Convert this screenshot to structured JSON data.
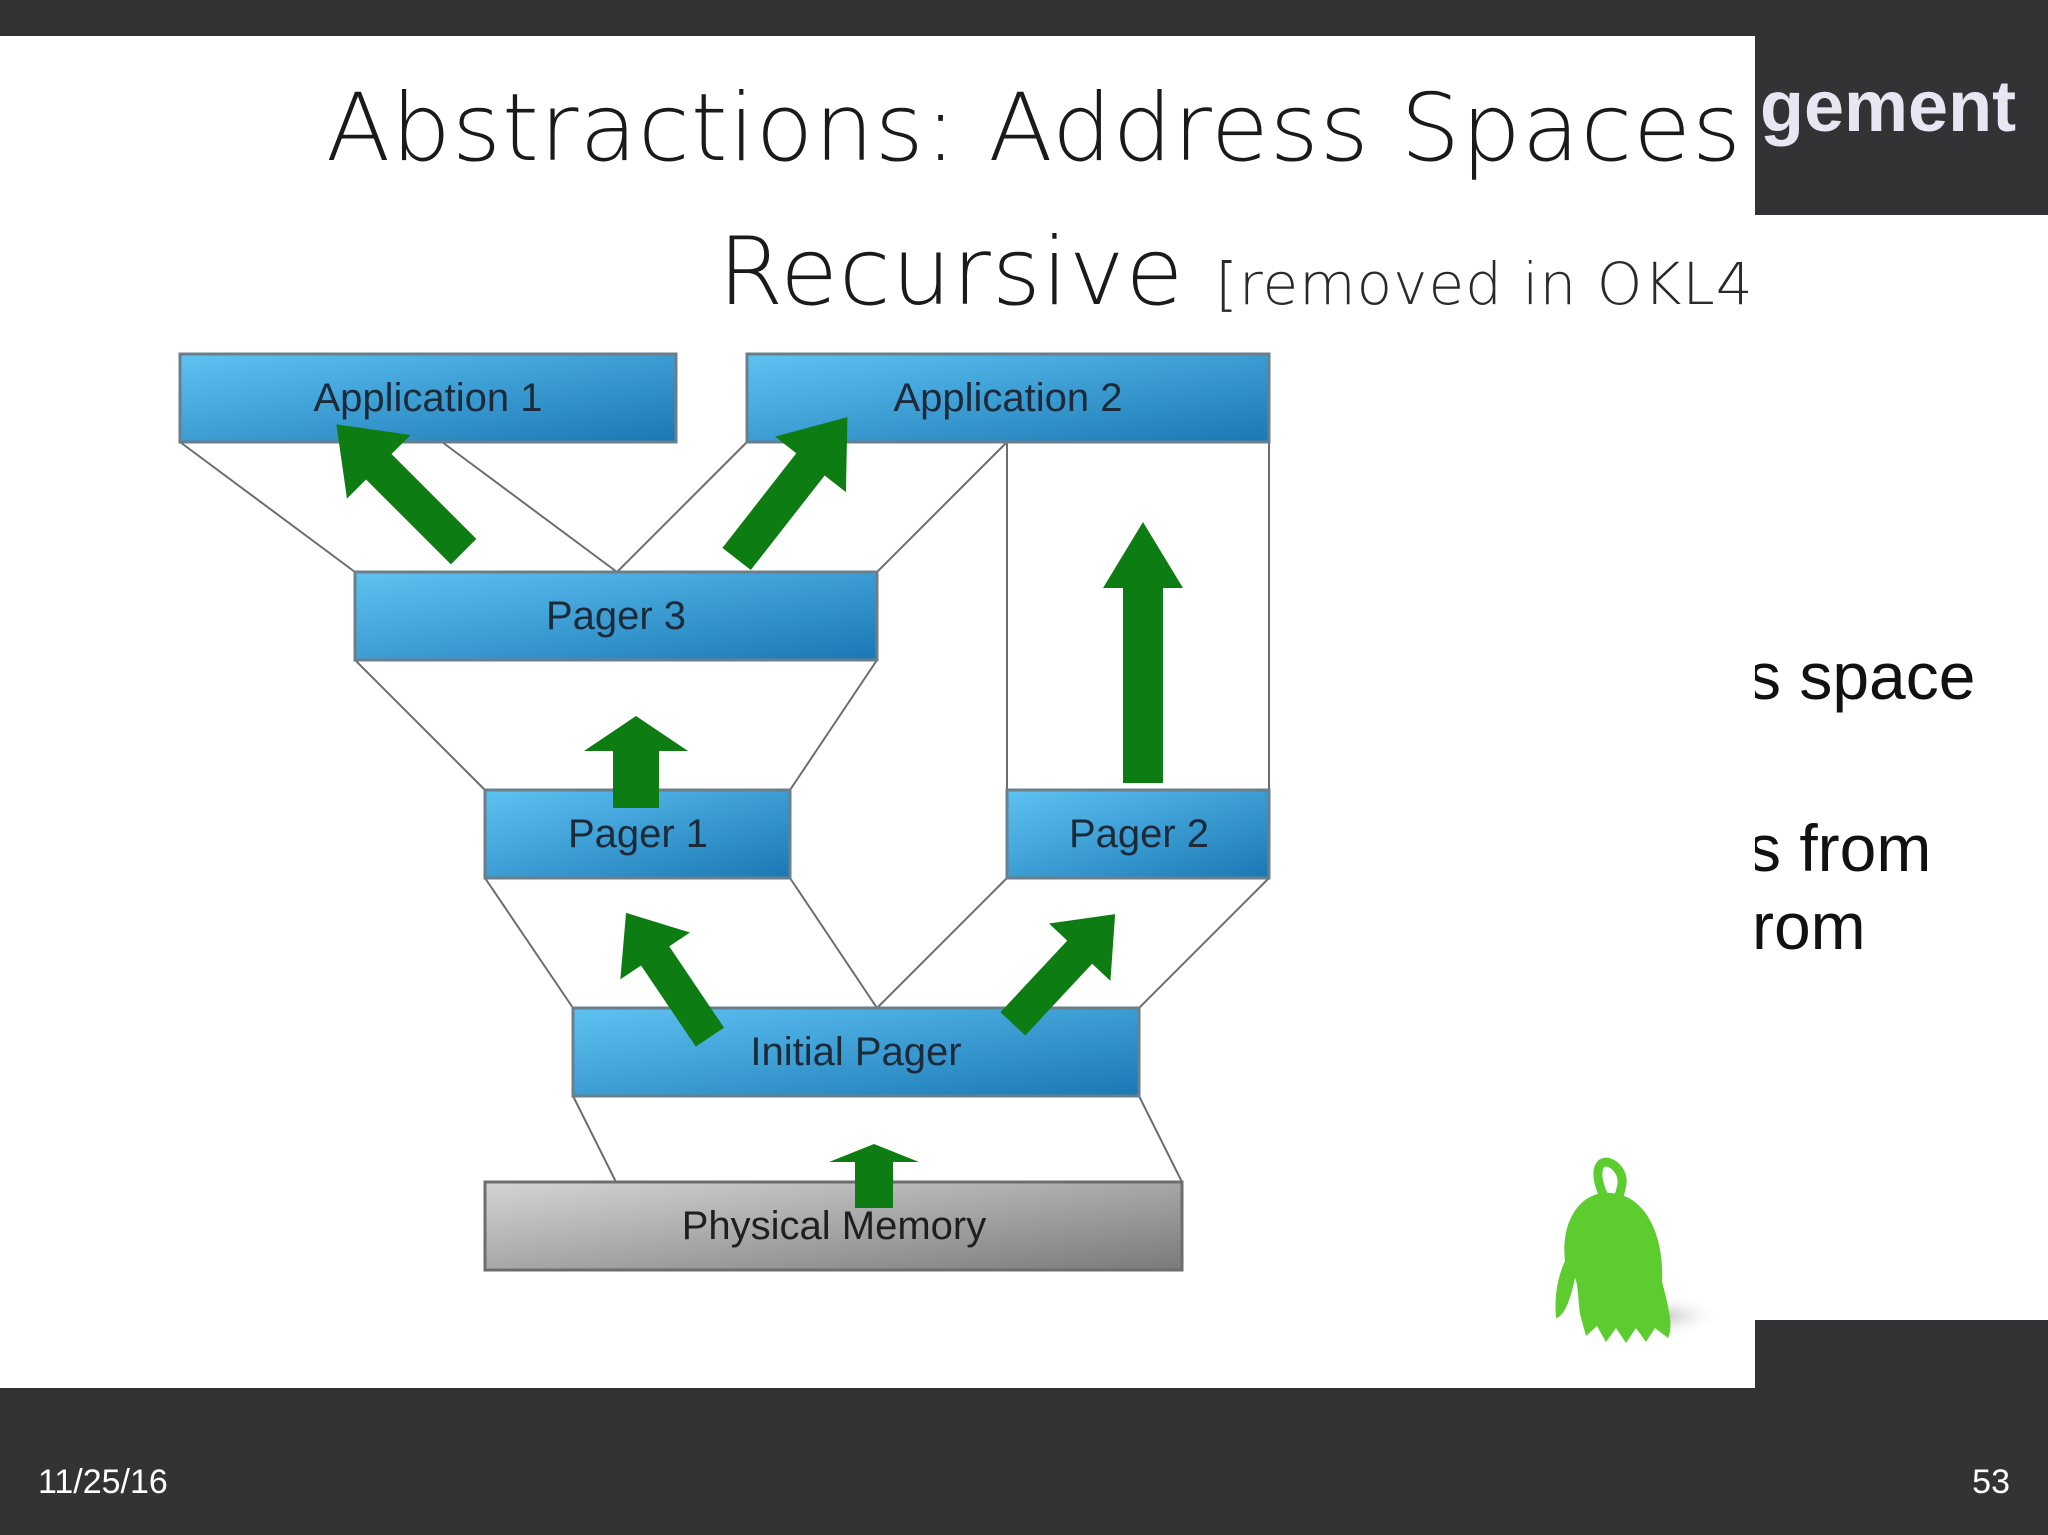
{
  "slide_bg": {
    "header_fragment": "gement",
    "body_fragments": [
      "s space",
      "s from",
      "rom"
    ],
    "date": "11/25/16",
    "page_number": "53"
  },
  "overlay": {
    "title_line1": "Abstractions: Address Spaces -",
    "title_line2_main": "Recursive",
    "title_line2_note": "[removed in OKL4]",
    "boxes": {
      "app1": "Application 1",
      "app2": "Application 2",
      "pager3": "Pager 3",
      "pager1": "Pager 1",
      "pager2": "Pager 2",
      "initial": "Initial Pager",
      "physical": "Physical Memory"
    }
  },
  "colors": {
    "box_blue_light": "#5ec2f2",
    "box_blue_dark": "#1a78b4",
    "box_gray_light": "#cfcfcf",
    "box_gray_dark": "#7d7d7d",
    "arrow_green": "#0d7c12",
    "mascot_green": "#5ccc2e",
    "dark_bg": "#333335"
  }
}
